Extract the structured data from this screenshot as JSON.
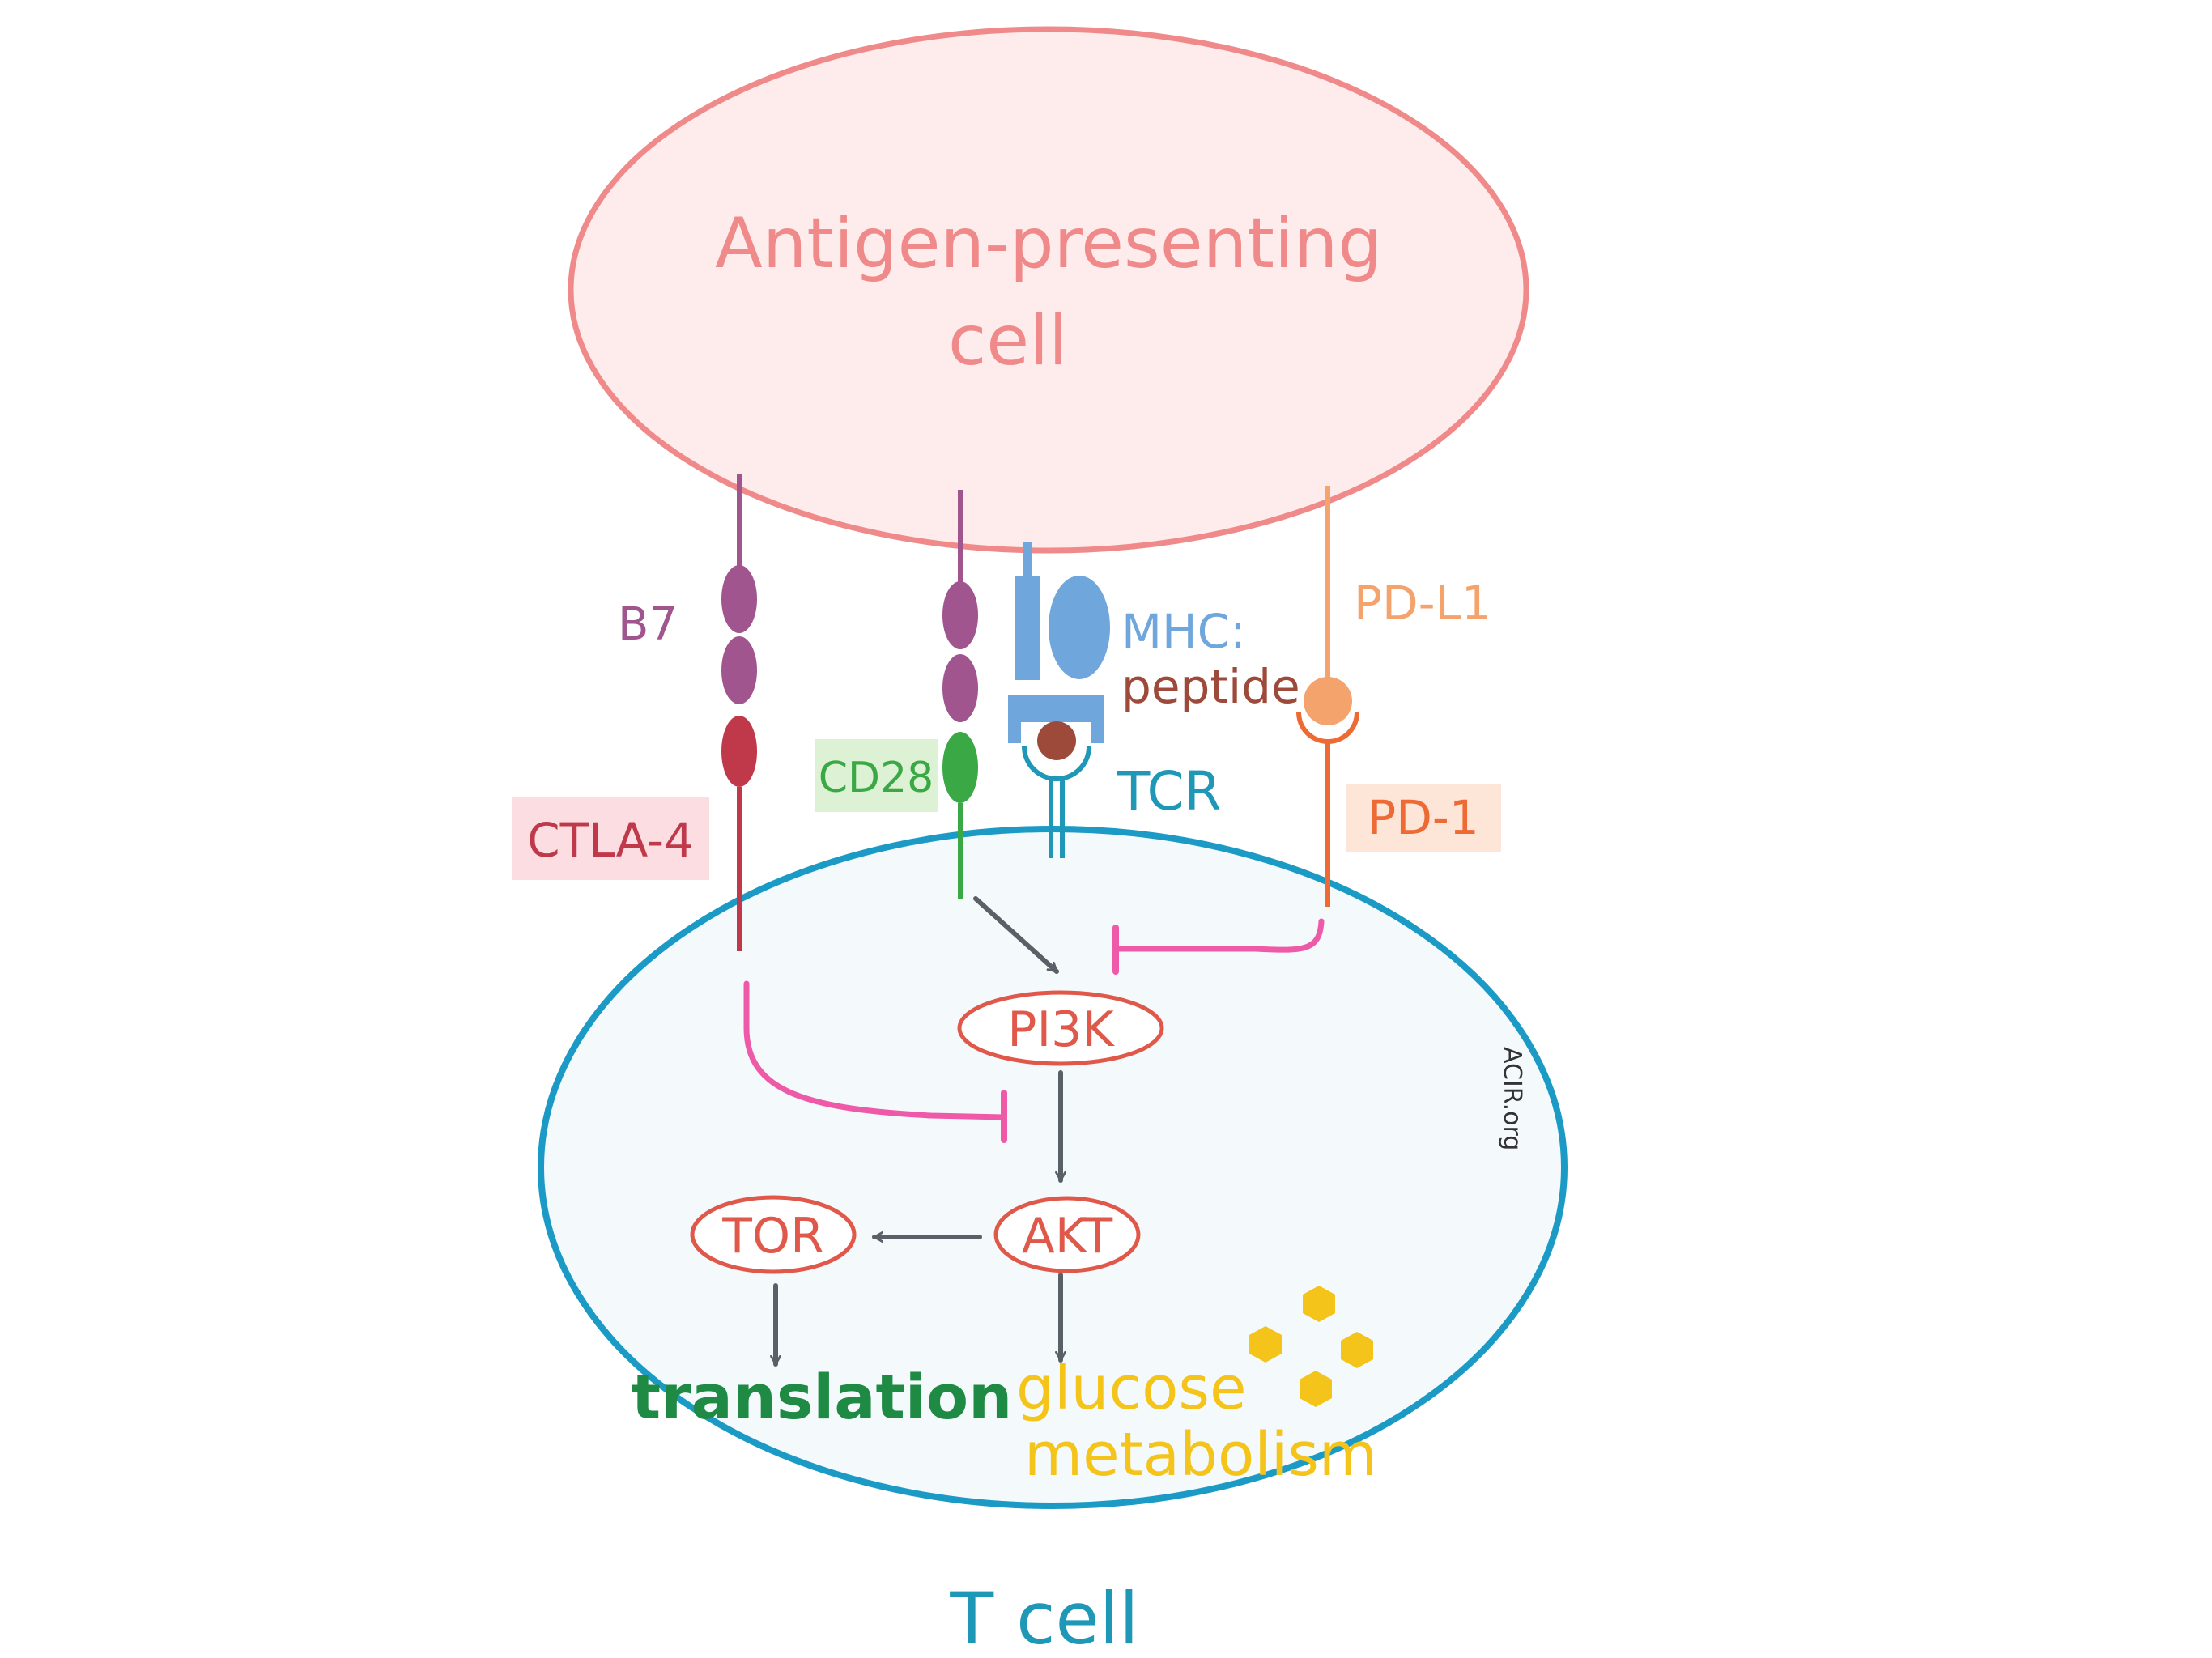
{
  "diagram": {
    "apc_label_line1": "Antigen-presenting",
    "apc_label_line2": "cell",
    "tcell_label": "T cell",
    "b7_label": "B7",
    "ctla4_label": "CTLA-4",
    "cd28_label": "CD28",
    "mhc_label": "MHC:",
    "peptide_label": "peptide",
    "tcr_label": "TCR",
    "pdl1_label": "PD-L1",
    "pd1_label": "PD-1",
    "pi3k_label": "PI3K",
    "akt_label": "AKT",
    "tor_label": "TOR",
    "translation_label": "translation",
    "glucose_label_line1": "glucose",
    "glucose_label_line2": "metabolism",
    "watermark": "ACIR.org"
  },
  "colors": {
    "apc_fill": "#fdeceb",
    "apc_stroke": "#f08a8a",
    "tcell_fill": "#f4f9fc",
    "tcell_stroke": "#1a9ac4",
    "b7_purple": "#a0558f",
    "ctla4_red": "#c0394a",
    "cd28_green": "#3aa845",
    "mhc_blue": "#6fa6dc",
    "peptide_brown": "#9e4a3a",
    "tcr_teal": "#1f97b7",
    "pdl1_orange": "#f5a36c",
    "pd1_orange": "#ee6a35",
    "inhibit_pink": "#ef5aa8",
    "arrow_gray": "#5a6068",
    "node_red": "#e0584a",
    "translation_green": "#1e8a44",
    "glucose_yellow": "#f4c41b"
  }
}
